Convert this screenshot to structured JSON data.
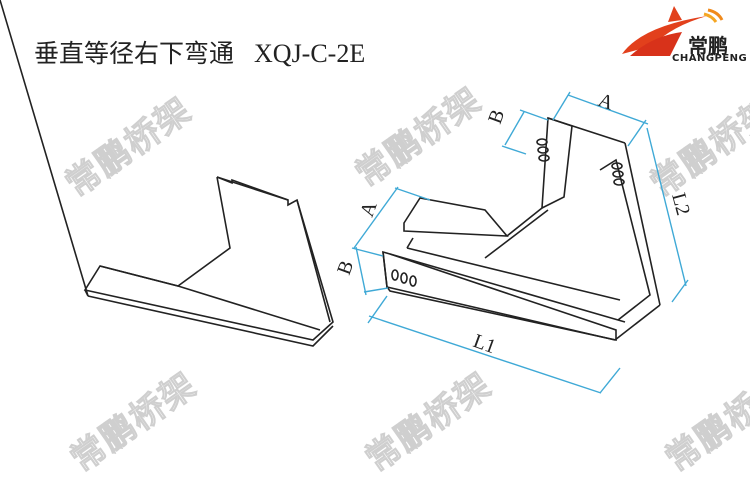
{
  "header": {
    "title_cn": "垂直等径右下弯通",
    "title_code": "XQJ-C-2E"
  },
  "logo": {
    "name_cn": "常鹏",
    "name_en": "CHANGPENG",
    "colors": {
      "primary": "#e2401c",
      "secondary": "#f5a623"
    }
  },
  "watermark": {
    "text": "常鹏桥架",
    "color": "#cfcfcf"
  },
  "diagram": {
    "left_figure": "plain-outline-view",
    "right_figure": "dimensioned-view",
    "dimension_labels": {
      "a_top": "A",
      "b_top": "B",
      "l2": "L2",
      "a_left": "A",
      "b_left": "B",
      "l1": "L1"
    },
    "dimension_color": "#3fa9d6",
    "line_color": "#222222"
  }
}
